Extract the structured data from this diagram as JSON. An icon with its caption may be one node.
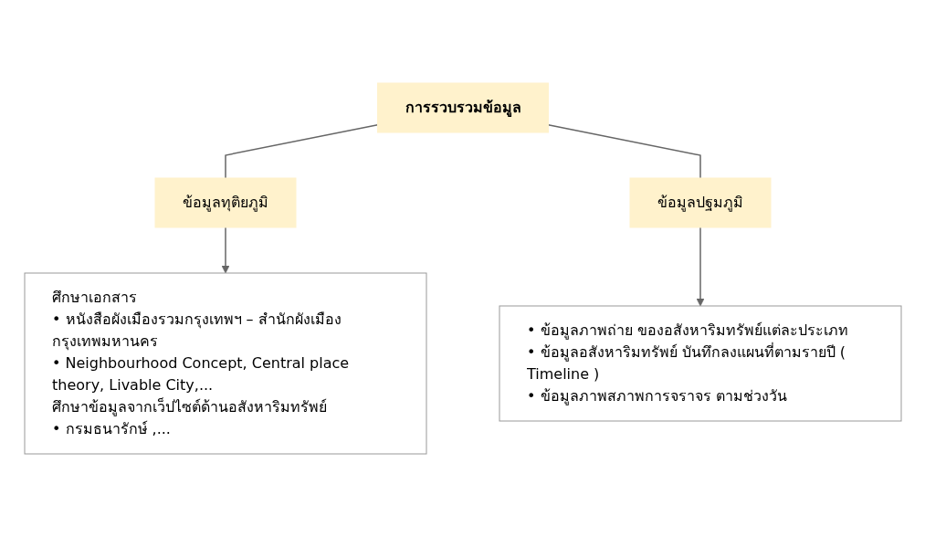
{
  "diagram": {
    "nodes": [
      {
        "text": [
          "การรวบรวมข้อมูล"
        ]
      },
      {
        "text": [
          "ข้อมูลทุติยภูมิ"
        ]
      },
      {
        "text": [
          "ข้อมูลปฐมภูมิ"
        ]
      },
      {
        "text": [
          "ศึกษาเอกสาร",
          "• หนังสือผังเมืองรวมกรุงเทพฯ – สำนักผังเมืองกรุงเทพมหานคร",
          "• Neighbourhood Concept, Central place theory, Livable City,...",
          "ศึกษาข้อมูลจากเว็ปไซต์ด้านอสังหาริมทรัพย์",
          "• กรมธนารักษ์ ,..."
        ]
      },
      {
        "text": [
          "• ข้อมูลภาพถ่าย ของอสังหาริมทรัพย์แต่ละประเภท",
          "• ข้อมูลอสังหาริมทรัพย์ บันทึกลงแผนที่ตามรายปี ( Timeline )",
          "• ข้อมูลภาพสภาพการจราจร ตามช่วงวัน"
        ]
      }
    ],
    "edges": [
      {
        "from": 0,
        "to": 1,
        "arrow": "none"
      },
      {
        "from": 0,
        "to": 2,
        "arrow": "none"
      },
      {
        "from": 1,
        "to": 3,
        "arrow": "to"
      },
      {
        "from": 2,
        "to": 4,
        "arrow": "to"
      }
    ]
  }
}
